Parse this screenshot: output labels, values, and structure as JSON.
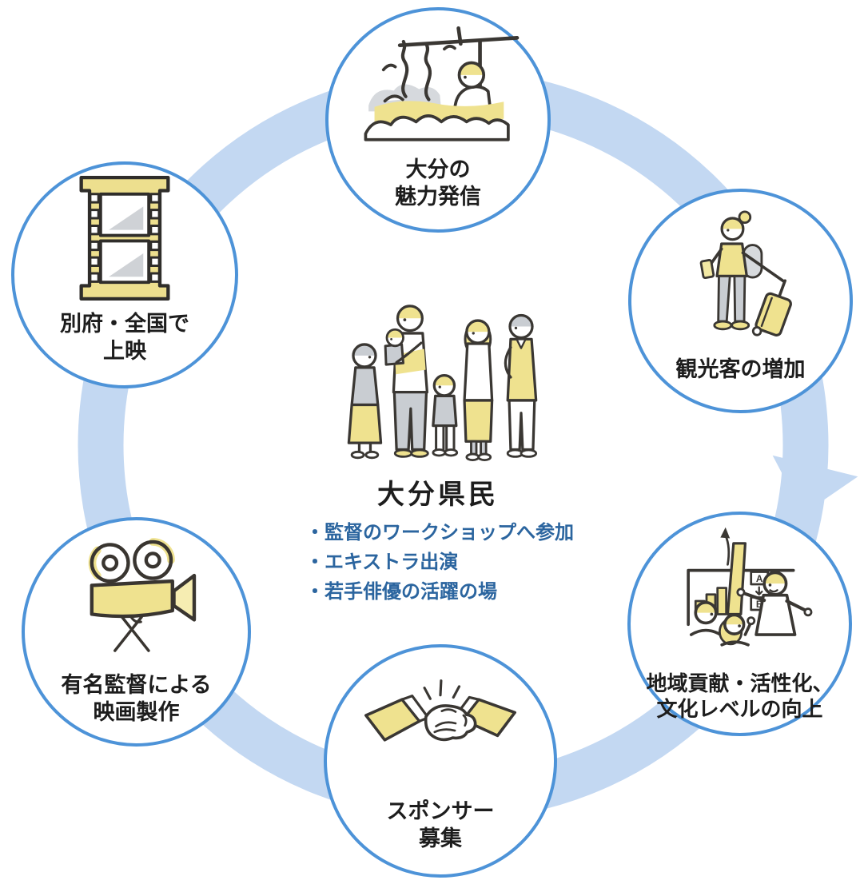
{
  "colors": {
    "circle_border": "#4D93D8",
    "cycle_band": "#C3D8F2",
    "label_text": "#1D1D1D",
    "participation_text": "#2B659F",
    "illustration_yellow": "#EFE28F",
    "illustration_gray": "#C9CDD2",
    "illustration_outline": "#3A3733"
  },
  "center": {
    "icon": "family-icon",
    "title": "大分県民",
    "bullets": [
      "・監督のワークショップへ参加",
      "・エキストラ出演",
      "・若手俳優の活躍の場"
    ]
  },
  "nodes": [
    {
      "id": "oita-appeal",
      "icon": "onsen-icon",
      "lines": [
        "大分の",
        "魅力発信"
      ]
    },
    {
      "id": "tourist-increase",
      "icon": "tourist-icon",
      "lines": [
        "観光客の増加"
      ]
    },
    {
      "id": "regional-contribution",
      "icon": "presentation-icon",
      "lines": [
        "地域貢献・活性化、",
        "文化レベルの向上"
      ],
      "sign": {
        "a": "A",
        "b": "B"
      }
    },
    {
      "id": "sponsor-recruitment",
      "icon": "handshake-icon",
      "lines": [
        "スポンサー",
        "募集"
      ]
    },
    {
      "id": "film-production",
      "icon": "movie-camera-icon",
      "lines": [
        "有名監督による",
        "映画製作"
      ]
    },
    {
      "id": "screening",
      "icon": "film-strip-icon",
      "lines": [
        "別府・全国で",
        "上映"
      ]
    }
  ]
}
